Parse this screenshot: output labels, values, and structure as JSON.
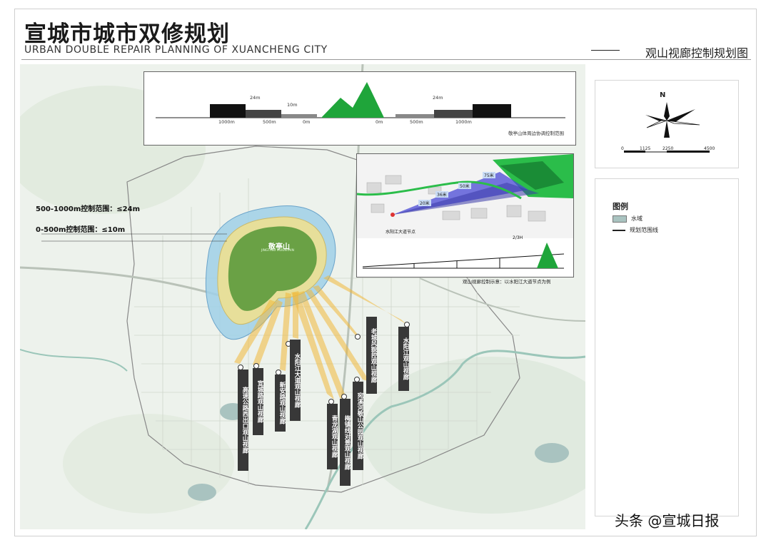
{
  "header": {
    "title_zh": "宣城市城市双修规划",
    "title_en": "URBAN DOUBLE REPAIR PLANNING OF XUANCHENG CITY",
    "subtitle": "观山视廊控制规划图"
  },
  "map": {
    "mountain_name": "敬亭山",
    "mountain_en": "JINGTING MOUNTAIN",
    "zone_outer": "500-1000m控制范围：≤24m",
    "zone_inner": "0-500m控制范围：≤10m",
    "corridors": [
      "高速公路西出口观山视廊",
      "宣城路观山视廊",
      "新安路观山视廊",
      "水阳江大道观山视廊",
      "青龙湖观山视廊",
      "梅镇线对景观山视廊",
      "宛溪河敬山公园观山视廊",
      "老城风貌控观山视廊",
      "水阳江观山视廊"
    ]
  },
  "section": {
    "heights": [
      "24m",
      "10m",
      "24m"
    ],
    "distances": [
      "1000m",
      "500m",
      "0m",
      "0m",
      "500m",
      "1000m"
    ],
    "caption": "敬亭山体周边协调控制范围"
  },
  "inset": {
    "heights": [
      "75米",
      "50米",
      "36米",
      "20米"
    ],
    "node_label": "水阳江大道节点",
    "ratio": "2/3H",
    "caption": "观山视廊控制示意：以水阳江大道节点为例"
  },
  "north": {
    "letter": "N",
    "scale": [
      "0",
      "1125",
      "2250",
      "4500"
    ]
  },
  "legend": {
    "title": "图例",
    "items": [
      "水域",
      "规划范围线"
    ]
  },
  "watermark": "头条 @宣城日报",
  "colors": {
    "mountain_green": "#5c9a3c",
    "zone_yellow": "#e7df9a",
    "zone_blue": "#9fd0e8",
    "corridor_orange": "#f0b83a",
    "label_dark": "#383838"
  }
}
